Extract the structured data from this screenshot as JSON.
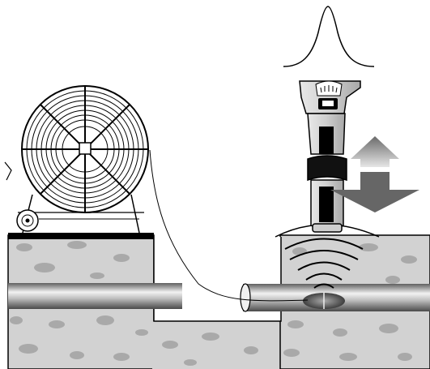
{
  "diagram": {
    "subject": "pipe-sonde-locating",
    "components": [
      {
        "id": "cable-reel",
        "icon": "cable-reel-icon"
      },
      {
        "id": "locator-receiver",
        "icon": "locator-icon"
      },
      {
        "id": "signal-peak-curve",
        "icon": "bell-curve-icon"
      },
      {
        "id": "up-down-arrow",
        "icon": "up-down-arrow-icon"
      },
      {
        "id": "sonde-transmitter",
        "icon": "sonde-icon"
      },
      {
        "id": "signal-field-arcs",
        "icon": "signal-arcs-icon"
      },
      {
        "id": "pipe",
        "icon": "pipe-icon"
      },
      {
        "id": "soil-cross-section",
        "icon": "soil-icon"
      }
    ],
    "colors": {
      "soil": "#d2d2d2",
      "soil_spots": "#a9a9a9",
      "outline": "#000000",
      "arrow": "#666666",
      "arrow_light": "#d0d0d0",
      "pipe_dark": "#6f6f6f",
      "pipe_light": "#f4f4f4",
      "locator_body": "#c8c8c8"
    }
  }
}
